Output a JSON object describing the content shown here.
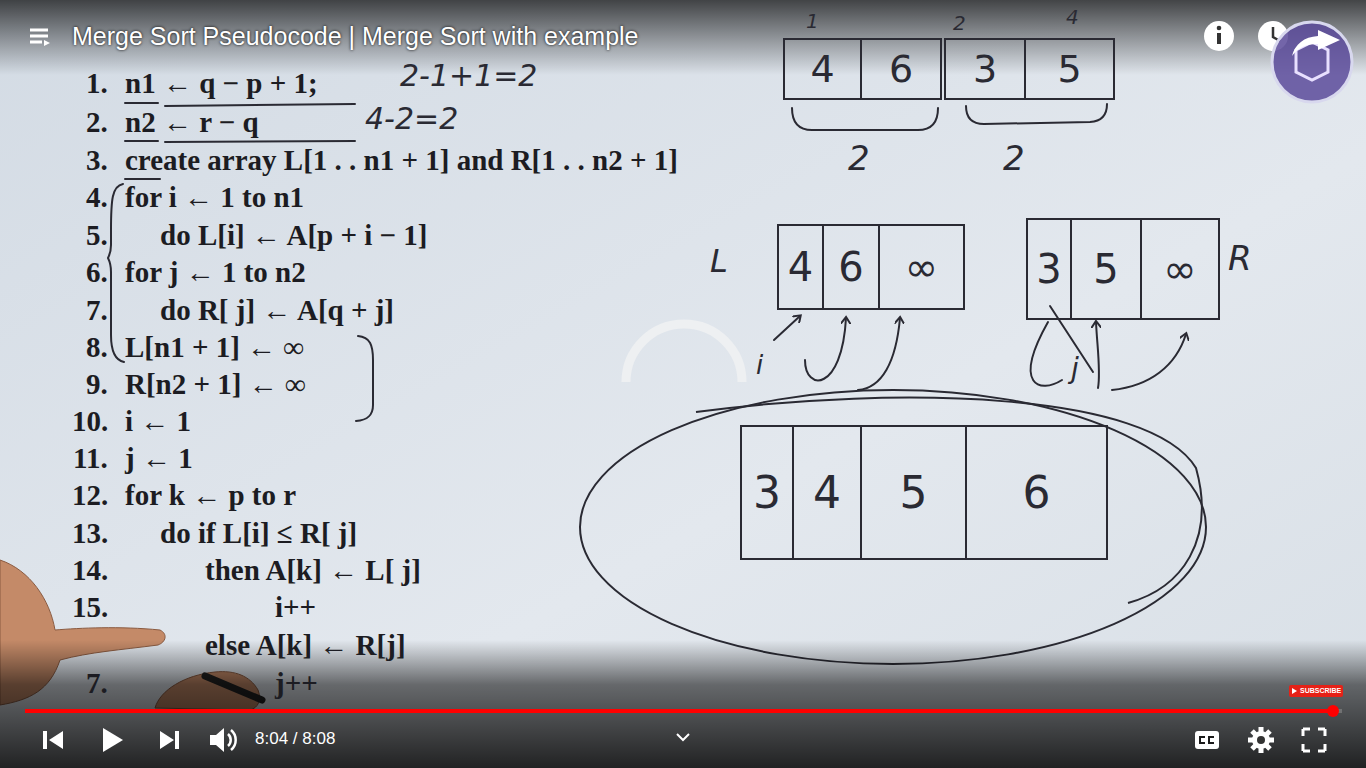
{
  "diagram": {
    "title": "Merge Sort Pseudocode | Merge Sort with example",
    "nodes": [
      {
        "text": [
          "4"
        ]
      },
      {
        "text": [
          "6"
        ]
      },
      {
        "text": [
          "3"
        ]
      },
      {
        "text": [
          "5"
        ]
      },
      {
        "text": [
          "4"
        ]
      },
      {
        "text": [
          "6"
        ]
      },
      {
        "text": [
          "∞"
        ]
      },
      {
        "text": [
          "3"
        ]
      },
      {
        "text": [
          "5"
        ]
      },
      {
        "text": [
          "∞"
        ]
      },
      {
        "text": [
          "3"
        ]
      },
      {
        "text": [
          "4"
        ]
      },
      {
        "text": [
          "5"
        ]
      },
      {
        "text": [
          "6"
        ]
      }
    ],
    "labels": [
      "1.",
      "n1 ← q − p + 1;",
      "2.",
      "n2 ← r − q",
      "3.",
      "create array L[1 . . n1 + 1] and R[1 . . n2 + 1]",
      "4.",
      "for i ← 1 to n1",
      "5.",
      "do L[i] ← A[p + i − 1]",
      "6.",
      "for j ← 1 to n2",
      "7.",
      "do R[ j] ← A[q + j]",
      "8.",
      "L[n1 + 1] ← ∞",
      "9.",
      "R[n2 + 1] ← ∞",
      "10.",
      "i ← 1",
      "11.",
      "j ← 1",
      "12.",
      "for k ← p to r",
      "13.",
      "do if L[i] ≤ R[ j]",
      "14.",
      "then A[k] ← L[ j]",
      "15.",
      "i++",
      "else A[k] ← R[j]",
      "7.",
      "j++",
      "2-1+1=2",
      "4-2=2",
      "1",
      "2",
      "4",
      "2",
      "2",
      "L",
      "R",
      "i",
      "j",
      "8:04 / 8:08",
      "SUBSCRIBE"
    ]
  }
}
